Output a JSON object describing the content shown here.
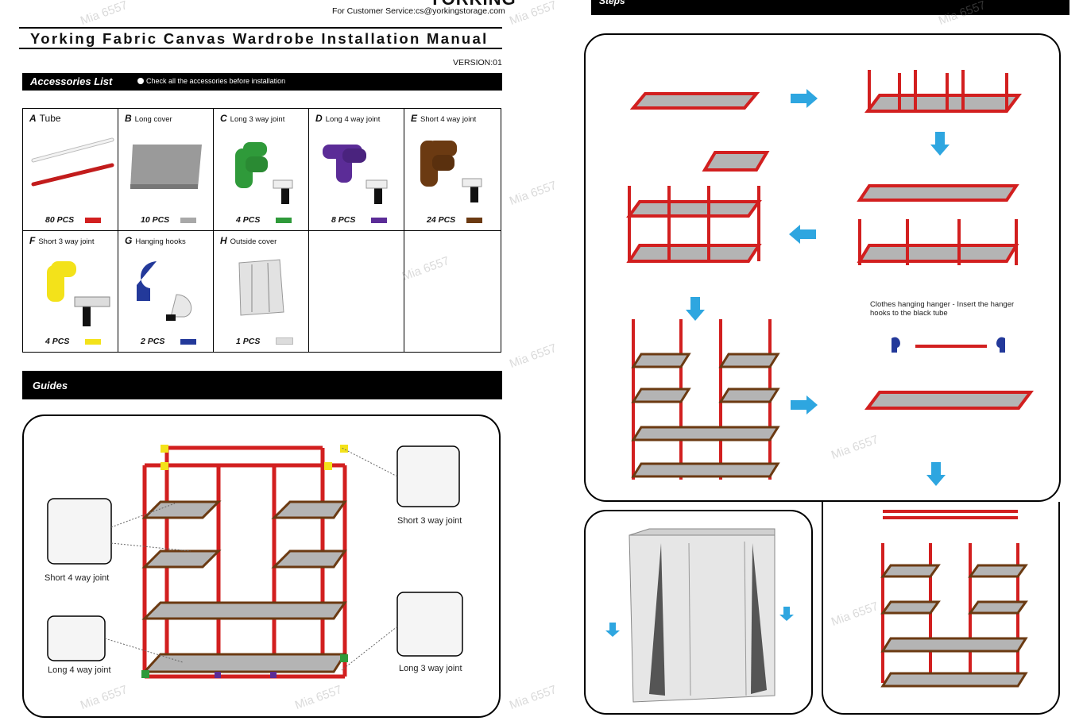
{
  "header": {
    "brand": "YORKING",
    "service": "For Customer Service:cs@yorkingstorage.com",
    "title": "Yorking Fabric Canvas Wardrobe Installation Manual",
    "version": "VERSION:01"
  },
  "accessories": {
    "title": "Accessories List",
    "note": "Check all the accessories before installation",
    "items": [
      {
        "letter": "A",
        "name": "Tube",
        "count": "80 PCS",
        "color": "#d21f1f"
      },
      {
        "letter": "B",
        "name": "Long cover",
        "count": "10 PCS",
        "color": "#a8a8a8"
      },
      {
        "letter": "C",
        "name": "Long 3 way joint",
        "count": "4 PCS",
        "color": "#2f9a3a"
      },
      {
        "letter": "D",
        "name": "Long 4 way joint",
        "count": "8 PCS",
        "color": "#5b2c97"
      },
      {
        "letter": "E",
        "name": "Short 4 way joint",
        "count": "24 PCS",
        "color": "#6b3a12"
      },
      {
        "letter": "F",
        "name": "Short 3 way joint",
        "count": "4 PCS",
        "color": "#f3e21a"
      },
      {
        "letter": "G",
        "name": "Hanging hooks",
        "count": "2 PCS",
        "color": "#23399a"
      },
      {
        "letter": "H",
        "name": "Outside cover",
        "count": "1 PCS",
        "color": "#dcdcdc"
      }
    ]
  },
  "guides": {
    "title": "Guides",
    "callouts": {
      "short3": "Short 3 way joint",
      "short4": "Short 4 way joint",
      "long4": "Long 4 way joint",
      "long3": "Long 3 way joint"
    }
  },
  "steps": {
    "title": "Steps",
    "hanger_note": "Clothes hanging hanger - Insert the hanger hooks to the black tube"
  },
  "watermark": "Mia 6557",
  "colors": {
    "tube": "#d21f1f",
    "shelf": "#b4b4b4",
    "arrow": "#2ea6e0"
  }
}
